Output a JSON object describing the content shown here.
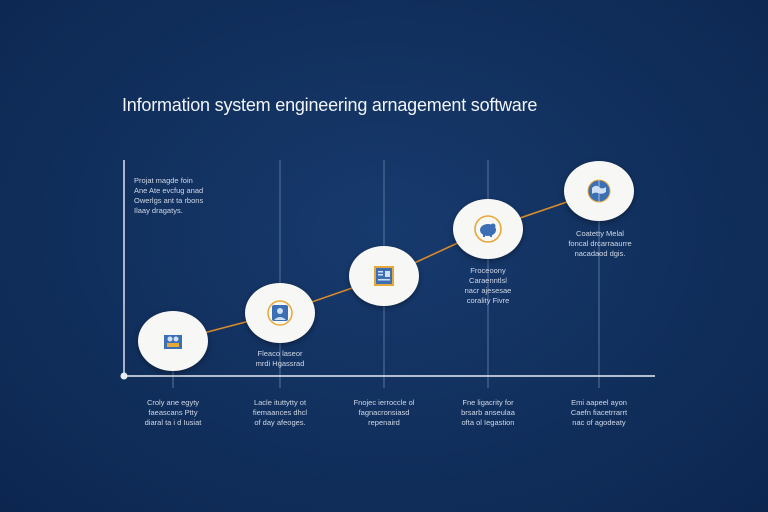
{
  "title": "Information system engineering arnagement software",
  "intro_text": "Projat magde foin\nAne Ate evcfug anad\nOwerlgs ant ta rbons\nIlaay dragatys.",
  "colors": {
    "background": "#112f5c",
    "axis": "#e8edf4",
    "connector": "#d98b2b",
    "node_fill": "#f7f7f5",
    "icon_blue": "#3c6fb4",
    "icon_ring": "#e7a83a"
  },
  "stages": [
    {
      "icon": "team-icon",
      "upper_caption": "",
      "lower_caption": "Croly ane egyty\nfaeascans Ptty\ndiaral ta i d Iusiat"
    },
    {
      "icon": "user-icon",
      "upper_caption": "Fleaco laseor\nmrdi Hgassrad",
      "lower_caption": "Lacle ituttytty ot\nfiemaances  dhcl\nof day afeoges."
    },
    {
      "icon": "document-icon",
      "upper_caption": "",
      "lower_caption": "Fnojec ierroccle ol\nfagnacronsiasd\nrepenaird"
    },
    {
      "icon": "pig-icon",
      "upper_caption": "Froceoony\nCaraenntlsl\nnacr ajesesae\ncorality Fivre",
      "lower_caption": "Fne ligacrity for\nbrsarb anseulaa\nofta ol Iegastion"
    },
    {
      "icon": "globe-icon",
      "upper_caption": "Coatetty Melal\nfoncal drcarraaurre\nnacadaod dgis.",
      "lower_caption": "Emi aapeel ayon\nCaefn fiacetrrarrt\nnac of agodeaty"
    }
  ]
}
